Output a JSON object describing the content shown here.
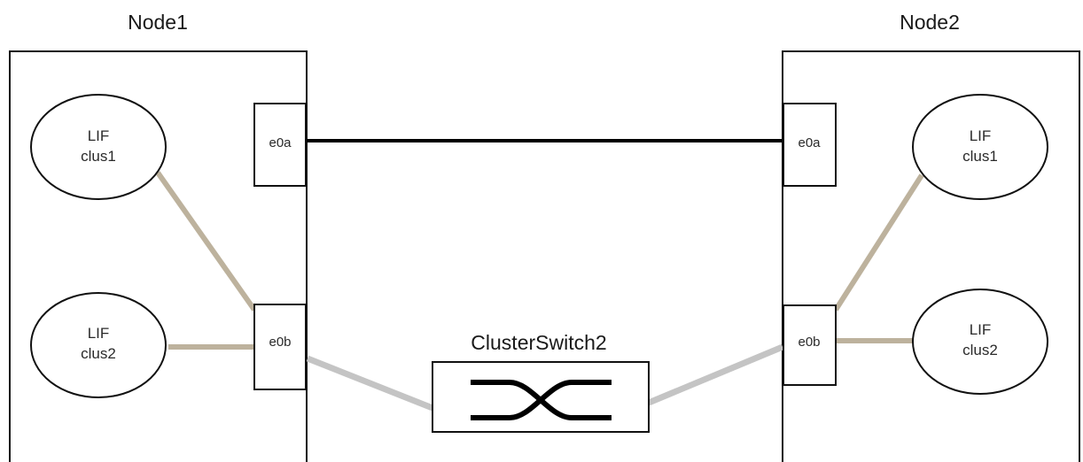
{
  "node1": {
    "title": "Node1",
    "lif1": {
      "line1": "LIF",
      "line2": "clus1"
    },
    "lif2": {
      "line1": "LIF",
      "line2": "clus2"
    },
    "port_a": "e0a",
    "port_b": "e0b"
  },
  "node2": {
    "title": "Node2",
    "lif1": {
      "line1": "LIF",
      "line2": "clus1"
    },
    "lif2": {
      "line1": "LIF",
      "line2": "clus2"
    },
    "port_a": "e0a",
    "port_b": "e0b"
  },
  "switch": {
    "label": "ClusterSwitch2"
  },
  "colors": {
    "outline": "#111111",
    "direct_link": "#000000",
    "lif_link": "#bdb29d",
    "switch_link": "#c4c4c4"
  }
}
